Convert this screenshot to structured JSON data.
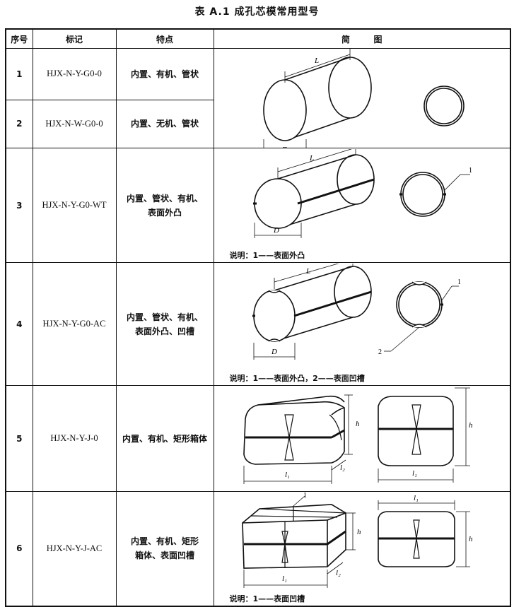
{
  "title": "表 A.1   成孔芯模常用型号",
  "headers": {
    "no": "序号",
    "mark": "标记",
    "feature": "特点",
    "figure": "简        图"
  },
  "rows": [
    {
      "no": "1",
      "mark": "HJX-N-Y-G0-0",
      "feature": "内置、有机、管状"
    },
    {
      "no": "2",
      "mark": "HJX-N-W-G0-0",
      "feature": "内置、无机、管状"
    },
    {
      "no": "3",
      "mark": "HJX-N-Y-G0-WT",
      "feature_l1": "内置、管状、有机、",
      "feature_l2": "表面外凸",
      "note": "说明：1——表面外凸"
    },
    {
      "no": "4",
      "mark": "HJX-N-Y-G0-AC",
      "feature_l1": "内置、管状、有机、",
      "feature_l2": "表面外凸、凹槽",
      "note": "说明：1——表面外凸，2——表面凹槽"
    },
    {
      "no": "5",
      "mark": "HJX-N-Y-J-0",
      "feature": "内置、有机、矩形箱体"
    },
    {
      "no": "6",
      "mark": "HJX-N-Y-J-AC",
      "feature_l1": "内置、有机、矩形",
      "feature_l2": "箱体、表面凹槽",
      "note": "说明：1——表面凹槽"
    }
  ],
  "labels": {
    "L": "L",
    "D": "D",
    "h": "h",
    "l1": "l₁",
    "l2": "l₂",
    "n1": "1",
    "n2": "2"
  }
}
